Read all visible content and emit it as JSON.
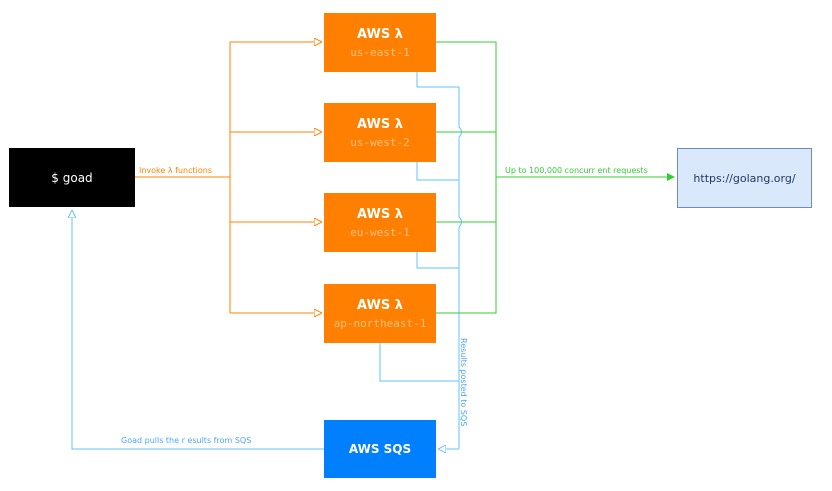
{
  "nodes": {
    "client": "$ goad",
    "lambdas": [
      {
        "title": "AWS λ",
        "region": "us-east-1"
      },
      {
        "title": "AWS λ",
        "region": "us-west-2"
      },
      {
        "title": "AWS λ",
        "region": "eu-west-1"
      },
      {
        "title": "AWS λ",
        "region": "ap-northeast-1"
      }
    ],
    "target": "https://golang.org/",
    "queue": "AWS SQS"
  },
  "edges": {
    "invoke": "Invoke λ functions",
    "requests": "Up to 100,000 concurr  ent requests",
    "results_posted": "Results posted to SQS",
    "pull": "Goad pulls the r esults from SQS"
  },
  "colors": {
    "lambda": "#ff8000",
    "requests": "#33cc33",
    "sqs": "#007fff",
    "results": "#66c2ff",
    "target_fill": "#dae8fc"
  }
}
